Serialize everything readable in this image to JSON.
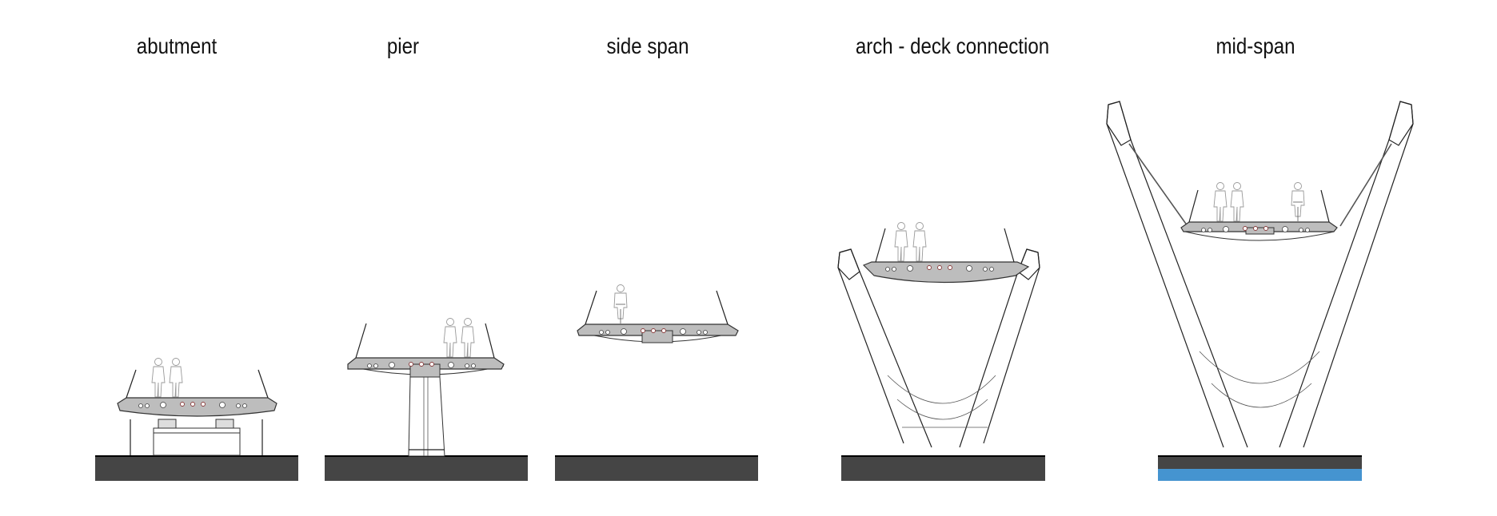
{
  "sections": [
    {
      "label": "abutment"
    },
    {
      "label": "pier"
    },
    {
      "label": "side span"
    },
    {
      "label": "arch - deck connection"
    },
    {
      "label": "mid-span"
    }
  ],
  "colors": {
    "ground": "#454545",
    "water": "#4594d0",
    "deck": "#bdbdbd"
  }
}
